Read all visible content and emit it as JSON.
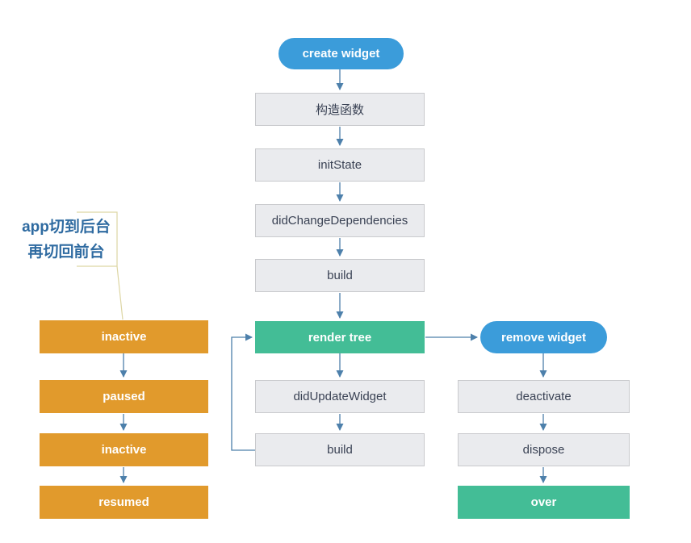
{
  "annotation": {
    "line1": "app切到后台",
    "line2": "再切回前台"
  },
  "nodes": {
    "create_widget": {
      "label": "create widget"
    },
    "constructor": {
      "label": "构造函数"
    },
    "init_state": {
      "label": "initState"
    },
    "did_change_dependencies": {
      "label": "didChangeDependencies"
    },
    "build1": {
      "label": "build"
    },
    "render_tree": {
      "label": "render tree"
    },
    "did_update_widget": {
      "label": "didUpdateWidget"
    },
    "build2": {
      "label": "build"
    },
    "remove_widget": {
      "label": "remove widget"
    },
    "deactivate": {
      "label": "deactivate"
    },
    "dispose": {
      "label": "dispose"
    },
    "over": {
      "label": "over"
    },
    "inactive1": {
      "label": "inactive"
    },
    "paused": {
      "label": "paused"
    },
    "inactive2": {
      "label": "inactive"
    },
    "resumed": {
      "label": "resumed"
    }
  },
  "colors": {
    "pill_blue": "#3b9cda",
    "green": "#43bd96",
    "orange": "#e19a2c",
    "gray_fill": "#eaebee",
    "gray_border": "#c9cacd",
    "gray_text": "#3a4254",
    "arrow": "#4d80ab",
    "annotation_text": "#2f6ba1",
    "callout_line": "#ddd6a4"
  }
}
